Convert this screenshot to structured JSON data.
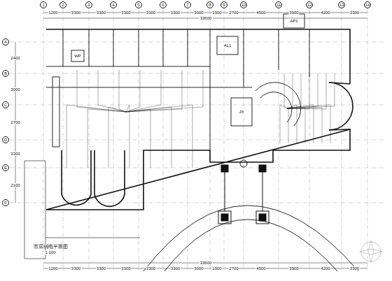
{
  "diagram": {
    "labels": [
      "1200",
      "3300",
      "3300",
      "3300",
      "3300",
      "3300",
      "3000",
      "1500",
      "2700",
      "4500",
      "3900",
      "4200",
      "3300",
      "33600",
      "1",
      "2",
      "3",
      "4",
      "5",
      "6",
      "7",
      "8",
      "9",
      "10",
      "11",
      "12",
      "13",
      "14",
      "1200",
      "3300",
      "3300",
      "3300",
      "3300",
      "3300",
      "3000",
      "1500",
      "2700",
      "4500",
      "3900",
      "4200",
      "3300",
      "33600",
      "A",
      "B",
      "C",
      "D",
      "E",
      "F",
      "2400",
      "3000",
      "2700",
      "3300",
      "2100",
      "WP",
      "AL1",
      "AP1",
      "JX",
      "首层弱电平面图",
      "1:100"
    ]
  }
}
